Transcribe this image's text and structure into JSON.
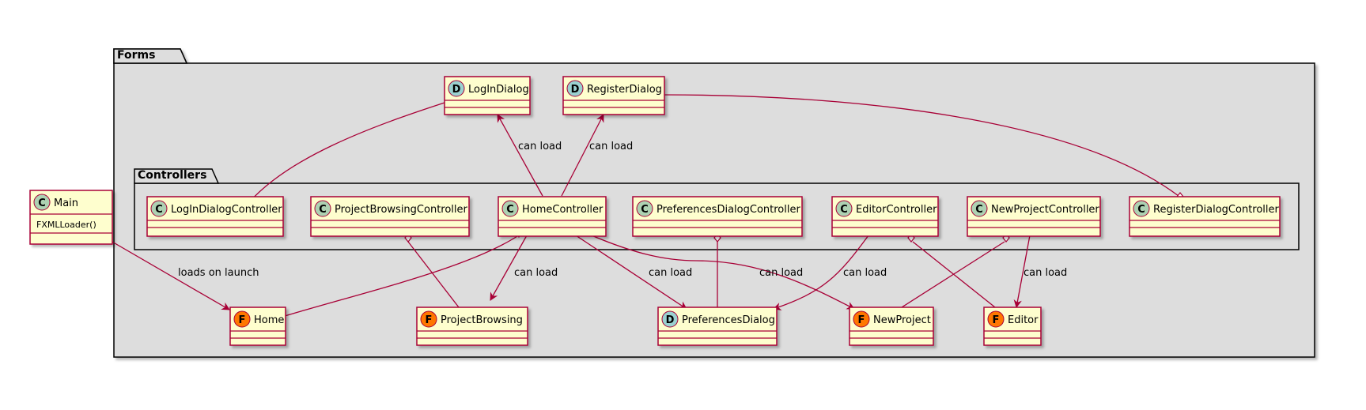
{
  "packages": {
    "forms": "Forms",
    "controllers": "Controllers"
  },
  "classes": {
    "main": {
      "name": "Main",
      "stereo": "C",
      "method": "FXMLLoader()"
    },
    "login_dialog": {
      "name": "LogInDialog",
      "stereo": "D"
    },
    "register_dialog": {
      "name": "RegisterDialog",
      "stereo": "D"
    },
    "login_dialog_controller": {
      "name": "LogInDialogController",
      "stereo": "C"
    },
    "project_browsing_controller": {
      "name": "ProjectBrowsingController",
      "stereo": "C"
    },
    "home_controller": {
      "name": "HomeController",
      "stereo": "C"
    },
    "preferences_dialog_controller": {
      "name": "PreferencesDialogController",
      "stereo": "C"
    },
    "editor_controller": {
      "name": "EditorController",
      "stereo": "C"
    },
    "new_project_controller": {
      "name": "NewProjectController",
      "stereo": "C"
    },
    "register_dialog_controller": {
      "name": "RegisterDialogController",
      "stereo": "C"
    },
    "home": {
      "name": "Home",
      "stereo": "F"
    },
    "project_browsing": {
      "name": "ProjectBrowsing",
      "stereo": "F"
    },
    "preferences_dialog": {
      "name": "PreferencesDialog",
      "stereo": "D"
    },
    "new_project": {
      "name": "NewProject",
      "stereo": "F"
    },
    "editor": {
      "name": "Editor",
      "stereo": "F"
    }
  },
  "edge_labels": {
    "loads_on_launch": "loads on launch",
    "can_load": "can load"
  },
  "colors": {
    "class_fill": "#FEFECE",
    "class_border": "#A80036",
    "badge_class": "#ADD1B2",
    "badge_dialog": "#9AD1D0",
    "badge_form": "#FF7700",
    "package_fill": "#DDDDDD"
  }
}
